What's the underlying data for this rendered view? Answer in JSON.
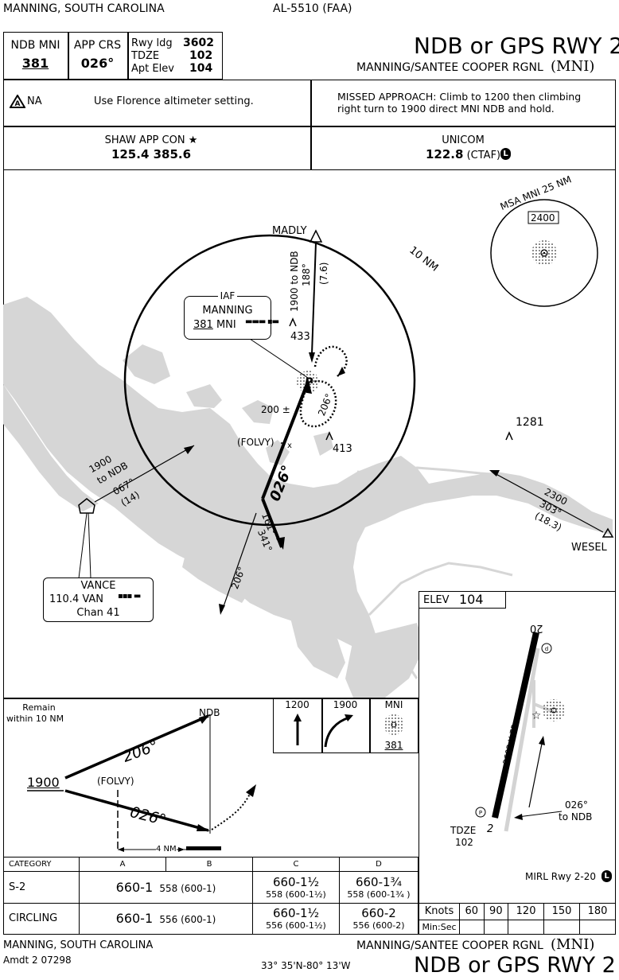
{
  "header": {
    "state": "MANNING, SOUTH CAROLINA",
    "procedure_id": "AL-5510 (FAA)",
    "title": "NDB or GPS RWY 2",
    "airport": "MANNING/SANTEE COOPER RGNL",
    "airport_id": "(MNI)"
  },
  "briefing": {
    "ndb_label": "NDB  MNI",
    "ndb_freq": "381",
    "app_crs_label": "APP CRS",
    "app_crs": "026°",
    "rwy_ldg_label": "Rwy ldg",
    "rwy_ldg": "3602",
    "tdze_label": "TDZE",
    "tdze": "102",
    "apt_elev_label": "Apt Elev",
    "apt_elev": "104",
    "alt_na": "NA",
    "altimeter_note": "Use Florence altimeter setting.",
    "missed_approach_1": "MISSED APPROACH: Climb to 1200 then climbing",
    "missed_approach_2": "right turn to 1900 direct MNI NDB and hold.",
    "approach_control": "SHAW APP CON",
    "approach_freqs": "125.4  385.6",
    "unicom_label": "UNICOM",
    "unicom_freq": "122.8",
    "ctaf": "(CTAF)",
    "ctaf_badge": "L"
  },
  "plan": {
    "msa_label": "MSA MNI 25 NM",
    "msa_alt": "2400",
    "ring_label": "10 NM",
    "madly": "MADLY",
    "madly_alt": "1900 to NDB",
    "madly_crs": "188°",
    "madly_dist": "(7.6)",
    "iaf": "IAF",
    "manning": "MANNING",
    "manning_freq": "381",
    "manning_id": "MNI",
    "obs_433": "433",
    "obs_413": "413",
    "obs_1281": "1281",
    "alt_200": "200 ±",
    "crs_206_hold": "206°",
    "folvy": "(FOLVY)",
    "crs_026": "026°",
    "crs_161": "161°",
    "crs_341": "341°",
    "crs_206_out": "206°",
    "vance_alt": "1900",
    "vance_to": "to NDB",
    "vance_crs": "067°",
    "vance_dist": "(14)",
    "vance_name": "VANCE",
    "vance_freq": "110.4 VAN",
    "vance_chan": "Chan 41",
    "wesel": "WESEL",
    "wesel_alt": "2300",
    "wesel_crs": "303°",
    "wesel_dist": "(18.3)"
  },
  "profile": {
    "remain_1": "Remain",
    "remain_2": "within 10 NM",
    "ndb": "NDB",
    "crs_206": "206°",
    "crs_026": "026°",
    "alt_1900": "1900",
    "folvy": "(FOLVY)",
    "dist": "4 NM",
    "ma_1": "1200",
    "ma_2": "1900",
    "ma_3": "MNI",
    "ma_3_freq": "381"
  },
  "minimums": {
    "header": [
      "CATEGORY",
      "A",
      "B",
      "C",
      "D"
    ],
    "s2_label": "S-2",
    "s2_ab": "660-1",
    "s2_ab_sub": "558 (600-1)",
    "s2_c": "660-1½",
    "s2_c_sub": "558 (600-1½)",
    "s2_d": "660-1¾",
    "s2_d_sub": "558 (600-1¾ )",
    "circ_label": "CIRCLING",
    "circ_ab": "660-1",
    "circ_ab_sub": "556 (600-1)",
    "circ_c": "660-1½",
    "circ_c_sub": "556 (600-1½)",
    "circ_d": "660-2",
    "circ_d_sub": "556 (600-2)"
  },
  "airport_diagram": {
    "elev_label": "ELEV",
    "elev": "104",
    "rwy_20": "20",
    "rwy_2": "2",
    "rwy_dims": "3602 X 75",
    "tdze_label": "TDZE",
    "tdze": "102",
    "crs_026": "026°",
    "to_ndb": "to NDB",
    "mirl": "MIRL Rwy 2-20",
    "mirl_badge": "L"
  },
  "speed_table": {
    "row1": [
      "Knots",
      "60",
      "90",
      "120",
      "150",
      "180"
    ],
    "row2": [
      "Min:Sec",
      "",
      "",
      "",
      "",
      ""
    ]
  },
  "footer": {
    "state": "MANNING, SOUTH CAROLINA",
    "amdt": "Amdt 2  07298",
    "coords": "33° 35'N-80° 13'W",
    "airport": "MANNING/SANTEE COOPER RGNL",
    "airport_id": "(MNI)",
    "title": "NDB or GPS RWY 2"
  }
}
